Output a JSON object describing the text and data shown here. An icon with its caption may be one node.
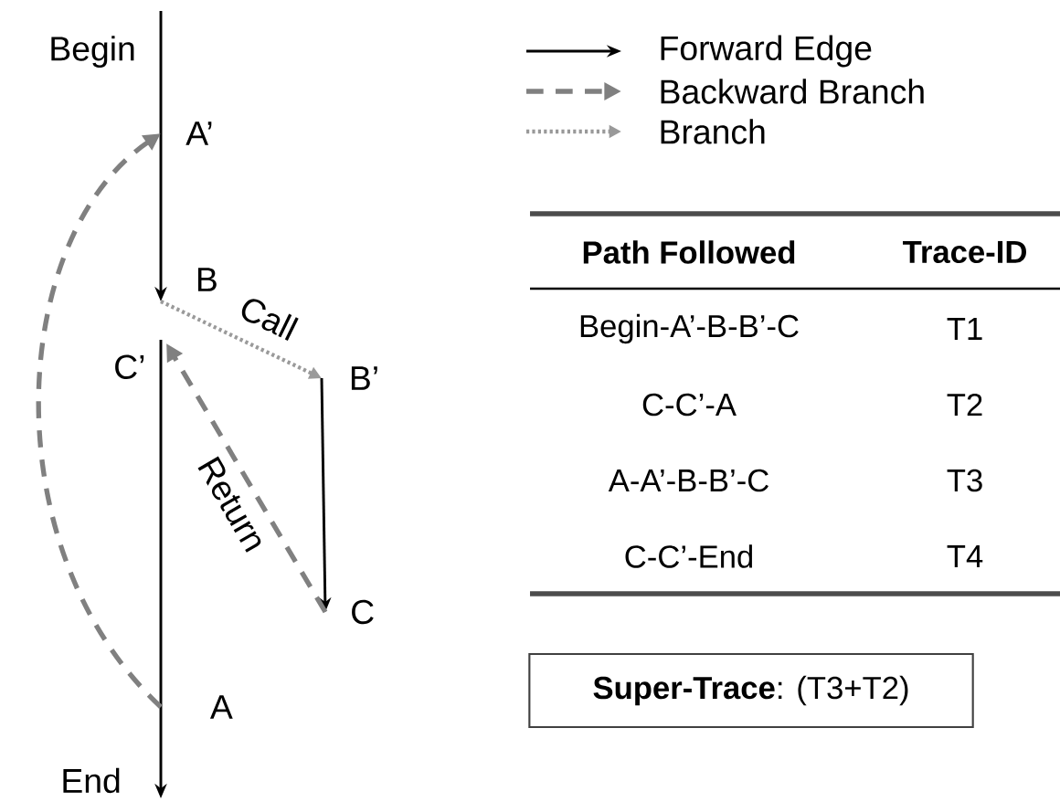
{
  "diagram": {
    "nodes": [
      {
        "text": [
          "Begin"
        ]
      },
      {
        "text": [
          "A’"
        ]
      },
      {
        "text": [
          "B"
        ]
      },
      {
        "text": [
          "C’"
        ]
      },
      {
        "text": [
          "B’"
        ]
      },
      {
        "text": [
          "C"
        ]
      },
      {
        "text": [
          "A"
        ]
      },
      {
        "text": [
          "End"
        ]
      },
      {
        "text": [
          "**Super-Trace**: (T3+T2)"
        ]
      }
    ],
    "edges": [
      {
        "from": 0,
        "to": 1,
        "arrow": "none"
      },
      {
        "from": 1,
        "to": 2,
        "arrow": "to"
      },
      {
        "from": 2,
        "to": 4,
        "arrow": "to",
        "label": "Call",
        "style": "dashed",
        "color": "#9a9a9a"
      },
      {
        "from": 4,
        "to": 5,
        "arrow": "to"
      },
      {
        "from": 5,
        "to": 3,
        "arrow": "to",
        "label": "Return",
        "style": "dashed",
        "color": "#808080"
      },
      {
        "from": 3,
        "to": 6,
        "arrow": "none"
      },
      {
        "from": 6,
        "to": 7,
        "arrow": "to"
      },
      {
        "from": 6,
        "to": 1,
        "arrow": "to",
        "style": "dashed",
        "color": "#808080"
      }
    ],
    "labels": [
      "Path Followed",
      "Trace-ID",
      "Begin-A’-B-B’-C",
      "T1",
      "C-C’-A",
      "T2",
      "A-A’-B-B’-C",
      "T3",
      "C-C’-End",
      "T4"
    ],
    "legend": [
      {
        "text": "Forward Edge"
      },
      {
        "text": "Backward Branch"
      },
      {
        "text": "Branch"
      }
    ]
  }
}
